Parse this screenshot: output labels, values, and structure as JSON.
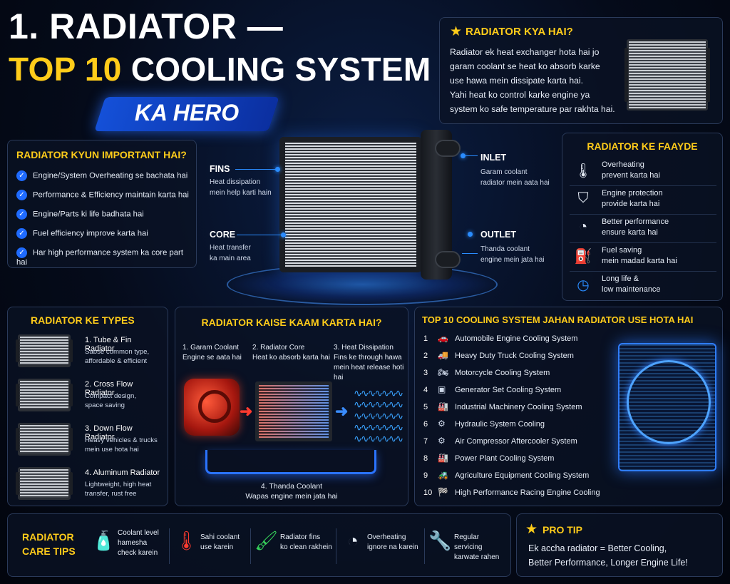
{
  "header": {
    "line1": "1. RADIATOR —",
    "line2_yellow": "TOP 10",
    "line2_white": " COOLING SYSTEM",
    "badge": "KA HERO"
  },
  "kya": {
    "title": "RADIATOR KYA HAI?",
    "lines": [
      "Radiator ek heat exchanger hota hai jo",
      "garam coolant se heat ko absorb karke",
      "use hawa mein dissipate karta hai.",
      "Yahi heat ko control karke engine ya",
      "system ko safe temperature par rakhta hai."
    ]
  },
  "important": {
    "title": "RADIATOR KYUN IMPORTANT HAI?",
    "items": [
      "Engine/System Overheating se bachata hai",
      "Performance & Efficiency maintain karta hai",
      "Engine/Parts ki life badhata hai",
      "Fuel efficiency improve karta hai",
      "Har high performance system ka core part hai"
    ]
  },
  "callouts": {
    "fins_title": "FINS",
    "fins_sub1": "Heat dissipation",
    "fins_sub2": "mein help karti hain",
    "core_title": "CORE",
    "core_sub1": "Heat transfer",
    "core_sub2": "ka main area",
    "inlet_title": "INLET",
    "inlet_sub1": "Garam coolant",
    "inlet_sub2": "radiator mein aata hai",
    "outlet_title": "OUTLET",
    "outlet_sub1": "Thanda coolant",
    "outlet_sub2": "engine mein jata hai"
  },
  "faayde": {
    "title": "RADIATOR KE FAAYDE",
    "items": [
      {
        "l1": "Overheating",
        "l2": "prevent karta hai",
        "icon": "thermometer-icon"
      },
      {
        "l1": "Engine protection",
        "l2": "provide karta hai",
        "icon": "shield-icon"
      },
      {
        "l1": "Better performance",
        "l2": "ensure karta hai",
        "icon": "gauge-icon"
      },
      {
        "l1": "Fuel saving",
        "l2": "mein madad karta hai",
        "icon": "fuel-pump-icon"
      },
      {
        "l1": "Long life &",
        "l2": "low maintenance",
        "icon": "clock-check-icon"
      }
    ]
  },
  "types": {
    "title": "RADIATOR KE TYPES",
    "items": [
      {
        "name": "1. Tube & Fin Radiator",
        "d1": "Sabse common type,",
        "d2": "affordable & efficient"
      },
      {
        "name": "2. Cross Flow Radiator",
        "d1": "Compact design,",
        "d2": "space saving"
      },
      {
        "name": "3. Down Flow Radiator",
        "d1": "Heavy vehicles & trucks",
        "d2": "mein use hota hai"
      },
      {
        "name": "4. Aluminum Radiator",
        "d1": "Lightweight, high heat",
        "d2": "transfer, rust free"
      }
    ]
  },
  "kaam": {
    "title": "RADIATOR KAISE KAAM KARTA HAI?",
    "s1a": "1. Garam Coolant",
    "s1b": "Engine se aata hai",
    "s2a": "2. Radiator Core",
    "s2b": "Heat ko absorb karta hai",
    "s3a": "3. Heat Dissipation",
    "s3b": "Fins ke through hawa",
    "s3c": "mein heat release hoti hai",
    "s4a": "4. Thanda Coolant",
    "s4b": "Wapas engine mein jata hai"
  },
  "top10": {
    "title": "TOP 10 COOLING SYSTEM JAHAN RADIATOR USE HOTA HAI",
    "items": [
      {
        "n": "1",
        "label": "Automobile Engine Cooling System",
        "icon": "car-icon"
      },
      {
        "n": "2",
        "label": "Heavy Duty Truck Cooling System",
        "icon": "truck-icon"
      },
      {
        "n": "3",
        "label": "Motorcycle Cooling System",
        "icon": "motorcycle-icon"
      },
      {
        "n": "4",
        "label": "Generator Set Cooling System",
        "icon": "generator-icon"
      },
      {
        "n": "5",
        "label": "Industrial Machinery Cooling System",
        "icon": "factory-icon"
      },
      {
        "n": "6",
        "label": "Hydraulic System Cooling",
        "icon": "hydraulic-icon"
      },
      {
        "n": "7",
        "label": "Air Compressor Aftercooler System",
        "icon": "compressor-icon"
      },
      {
        "n": "8",
        "label": "Power Plant Cooling System",
        "icon": "power-plant-icon"
      },
      {
        "n": "9",
        "label": "Agriculture Equipment Cooling System",
        "icon": "tractor-icon"
      },
      {
        "n": "10",
        "label": "High Performance Racing Engine Cooling",
        "icon": "racing-flag-icon"
      }
    ]
  },
  "care": {
    "title1": "RADIATOR",
    "title2": "CARE TIPS",
    "tips": [
      {
        "l1": "Coolant level",
        "l2": "hamesha",
        "l3": "check karein",
        "icon": "coolant-bottle-icon"
      },
      {
        "l1": "Sahi coolant",
        "l2": "use karein",
        "l3": "",
        "icon": "thermometer-icon"
      },
      {
        "l1": "Radiator fins",
        "l2": "ko clean rakhein",
        "l3": "",
        "icon": "brush-icon"
      },
      {
        "l1": "Overheating",
        "l2": "ignore na karein",
        "l3": "",
        "icon": "gauge-icon"
      },
      {
        "l1": "Regular servicing",
        "l2": "karwate rahen",
        "l3": "",
        "icon": "wrench-icon"
      }
    ]
  },
  "pro": {
    "title": "PRO TIP",
    "l1": "Ek accha radiator = Better Cooling,",
    "l2": "Better Performance, Longer Engine Life!"
  }
}
